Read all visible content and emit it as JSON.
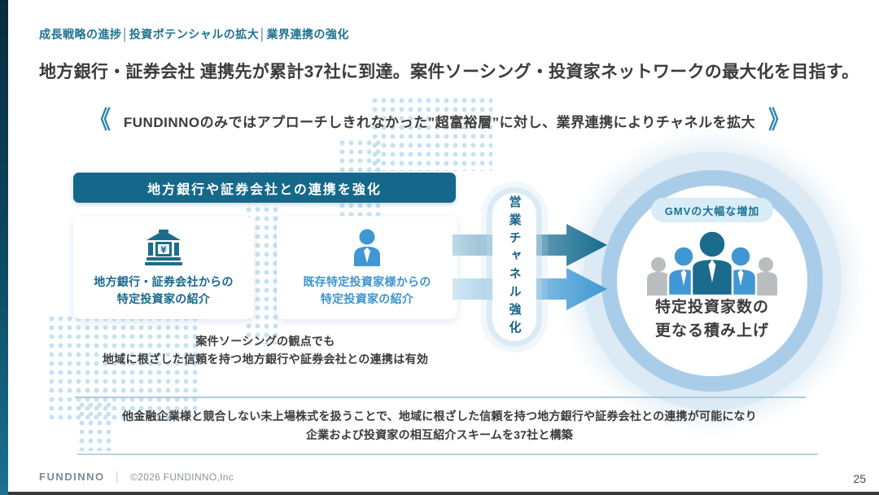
{
  "slide": {
    "breadcrumb": "成長戦略の進捗│投資ポテンシャルの拡大│業界連携の強化",
    "headline": "地方銀行・証券会社 連携先が累計37社に到達。案件ソーシング・投資家ネットワークの最大化を目指す。",
    "banner": {
      "left_chevron": "《",
      "right_chevron": "》",
      "text": "FUNDINNOのみではアプローチしきれなかった”超富裕層”に対し、業界連携によりチャネルを拡大"
    },
    "diagram": {
      "header_bar": "地方銀行や証券会社との連携を強化",
      "cards": [
        {
          "icon": "bank-icon",
          "line1": "地方銀行・証券会社からの",
          "line2": "特定投資家の紹介"
        },
        {
          "icon": "person-icon",
          "line1": "既存特定投資家様からの",
          "line2": "特定投資家の紹介"
        }
      ],
      "channel_pill": "営業チャネル強化",
      "result_circle": {
        "badge": "GMVの大幅な増加",
        "icon": "people-group-icon",
        "line1": "特定投資家数の",
        "line2": "更なる積み上げ"
      },
      "note_line1": "案件ソーシングの観点でも",
      "note_line2": "地域に根ざした信頼を持つ地方銀行や証券会社との連携は有効"
    },
    "bottom_note": {
      "line1": "他金融企業様と競合しない未上場株式を扱うことで、地域に根ざした信頼を持つ地方銀行や証券会社との連携が可能になり",
      "line2": "企業および投資家の相互紹介スキームを37社と構築"
    },
    "footer": {
      "logo": "FUNDINNO",
      "separator": "│",
      "copyright": "©2026 FUNDINNO,Inc",
      "page_number": "25"
    },
    "colors": {
      "accent_teal": "#16688a",
      "accent_blue": "#3f97d3",
      "light_blue": "#d9edf8",
      "breadcrumb_teal": "#1d7391",
      "people_gray": "#b9bdc0"
    }
  }
}
